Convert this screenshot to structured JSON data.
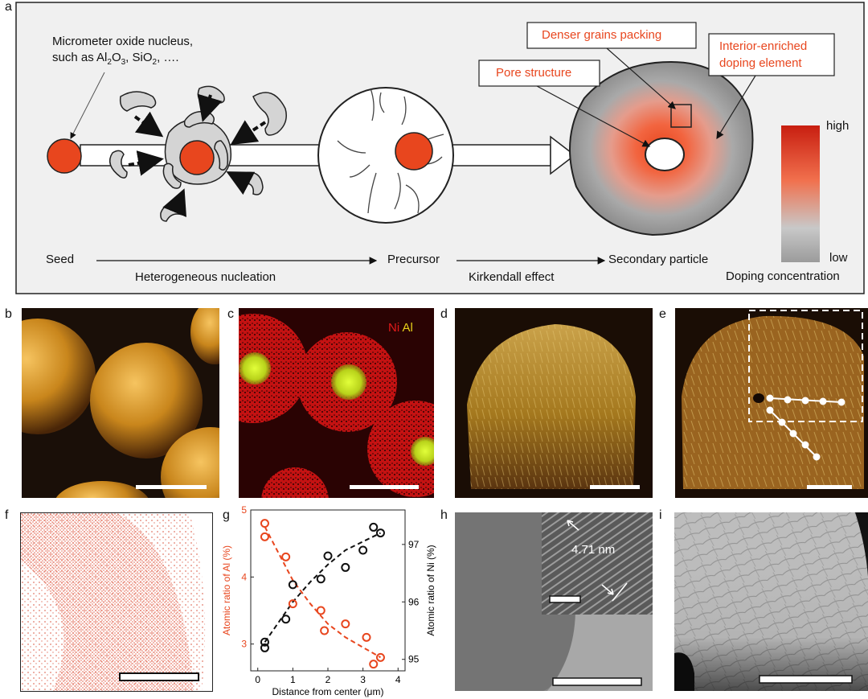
{
  "panels": {
    "a": "a",
    "b": "b",
    "c": "c",
    "d": "d",
    "e": "e",
    "f": "f",
    "g": "g",
    "h": "h",
    "i": "i"
  },
  "schematic": {
    "nucleus_line1": "Micrometer oxide nucleus,",
    "nucleus_line2_pre": "such as Al",
    "nucleus_sub1": "2",
    "nucleus_mid1": "O",
    "nucleus_sub2": "3",
    "nucleus_mid2": ", SiO",
    "nucleus_sub3": "2",
    "nucleus_post": ", ….",
    "callout_denser": "Denser grains packing",
    "callout_pore": "Pore structure",
    "callout_interior_line1": "Interior-enriched",
    "callout_interior_line2": "doping element",
    "stage_seed": "Seed",
    "stage_precursor": "Precursor",
    "stage_secondary": "Secondary particle",
    "process_nucleation": "Heterogeneous nucleation",
    "process_kirkendall": "Kirkendall effect",
    "colorbar_high": "high",
    "colorbar_low": "low",
    "colorbar_title": "Doping concentration",
    "colors": {
      "orange": "#e8461e",
      "callout_text": "#e8461e"
    }
  },
  "panel_c": {
    "label_ni": "Ni",
    "label_al": "Al"
  },
  "panel_h": {
    "spacing_label": "4.71 nm"
  },
  "chart_data": {
    "type": "scatter",
    "xlabel": "Distance from center (μm)",
    "ylabel_left": "Atomic ratio of Al (%)",
    "ylabel_right": "Atomic ratio of Ni (%)",
    "xlim": [
      -0.2,
      4.2
    ],
    "ylim_left": [
      2.6,
      5.0
    ],
    "ylim_right": [
      94.8,
      97.6
    ],
    "x_ticks": [
      0,
      1,
      2,
      3,
      4
    ],
    "y_ticks_left": [
      3,
      4,
      5
    ],
    "y_ticks_right": [
      95,
      96,
      97
    ],
    "series": [
      {
        "axis": "left",
        "color": "#e8461e",
        "x": [
          0.2,
          0.2,
          0.8,
          1.0,
          1.8,
          1.9,
          2.5,
          3.1,
          3.3,
          3.5
        ],
        "y": [
          4.8,
          4.6,
          4.3,
          3.6,
          3.5,
          3.2,
          3.3,
          3.1,
          2.7,
          2.8
        ],
        "fit": [
          [
            0.2,
            4.75
          ],
          [
            0.6,
            4.35
          ],
          [
            1.0,
            3.95
          ],
          [
            1.5,
            3.6
          ],
          [
            2.0,
            3.3
          ],
          [
            2.5,
            3.1
          ],
          [
            3.0,
            2.95
          ],
          [
            3.5,
            2.8
          ]
        ]
      },
      {
        "axis": "right",
        "color": "#111111",
        "x": [
          0.2,
          0.2,
          0.8,
          1.0,
          1.8,
          2.0,
          2.5,
          3.0,
          3.3,
          3.5
        ],
        "y": [
          95.2,
          95.3,
          95.7,
          96.3,
          96.4,
          96.8,
          96.6,
          96.9,
          97.3,
          97.2
        ],
        "fit": [
          [
            0.2,
            95.3
          ],
          [
            0.6,
            95.65
          ],
          [
            1.0,
            96.0
          ],
          [
            1.5,
            96.35
          ],
          [
            2.0,
            96.65
          ],
          [
            2.5,
            96.9
          ],
          [
            3.0,
            97.05
          ],
          [
            3.5,
            97.2
          ]
        ]
      }
    ]
  }
}
